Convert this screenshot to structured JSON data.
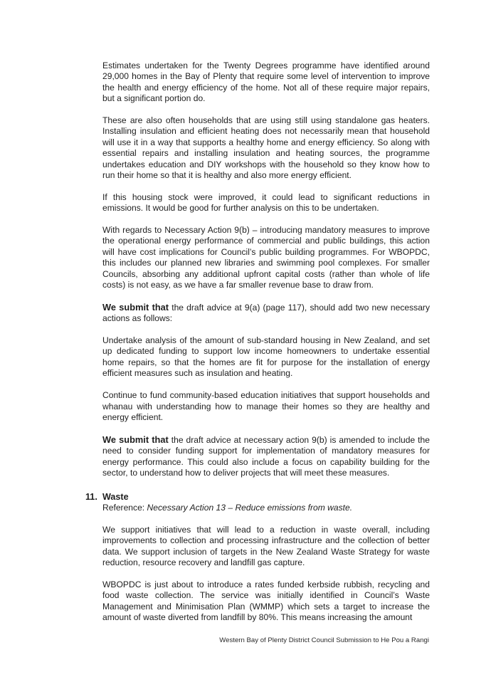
{
  "paragraphs": {
    "p1": "Estimates undertaken for the Twenty Degrees programme have identified around 29,000 homes in the Bay of Plenty that require some level of intervention to improve the health and energy efficiency of the home.  Not all of these require major repairs, but a significant portion do.",
    "p2": "These are also often households that are using still using standalone gas heaters. Installing insulation and efficient heating does not necessarily mean that household will use it in a way that supports a healthy home and energy efficiency. So along with essential repairs and installing insulation and heating sources, the programme undertakes education and DIY workshops with the household so they know how to run their home so that it is healthy and also more energy efficient.",
    "p3": "If this housing stock were improved, it could lead to significant reductions in emissions.  It would be good for further analysis on this to be undertaken.",
    "p4": "With regards to Necessary Action 9(b) – introducing mandatory measures to improve the operational energy performance of commercial and public buildings, this action will have cost implications for Council’s public building programmes. For WBOPDC, this includes our planned new libraries and swimming pool complexes.  For smaller Councils, absorbing any additional upfront capital costs (rather than whole of life costs) is not easy, as we have a far smaller revenue base to draw from.",
    "p5_lead": "We submit that",
    "p5_rest": " the draft advice at 9(a) (page 117), should add two new necessary actions as follows:",
    "p6": "Undertake analysis of the amount of sub-standard housing in New Zealand, and set up dedicated funding to support low income homeowners to undertake essential home repairs, so that the homes are fit for purpose for the installation of energy efficient measures such as insulation and heating.",
    "p7": "Continue to fund community-based education initiatives that support households and whanau with understanding how to manage their homes so they are healthy and energy efficient.",
    "p8_lead": "We submit that",
    "p8_rest": " the draft advice at necessary action 9(b) is amended to include the need to consider funding support for implementation of mandatory measures for energy performance. This could also include a focus on capability building for the sector, to understand how to deliver projects that will meet these measures."
  },
  "section": {
    "number": "11.",
    "title": "Waste",
    "reference_label": "Reference: ",
    "reference_value": "Necessary Action 13 – Reduce emissions from waste."
  },
  "waste_paragraphs": {
    "w1": "We support initiatives that will lead to a reduction in waste overall, including improvements to collection and processing infrastructure and the collection of better data. We support inclusion of targets in the New Zealand Waste Strategy for waste reduction, resource recovery and landfill gas capture.",
    "w2": "WBOPDC is just about to introduce a rates funded kerbside rubbish, recycling and food waste collection.  The service was initially identified in Council’s Waste Management and Minimisation Plan (WMMP) which sets a target to increase the amount of waste diverted from landfill by 80%. This means increasing the amount"
  },
  "footer": {
    "text": "Western Bay of Plenty District Council Submission to He Pou a Rangi"
  }
}
